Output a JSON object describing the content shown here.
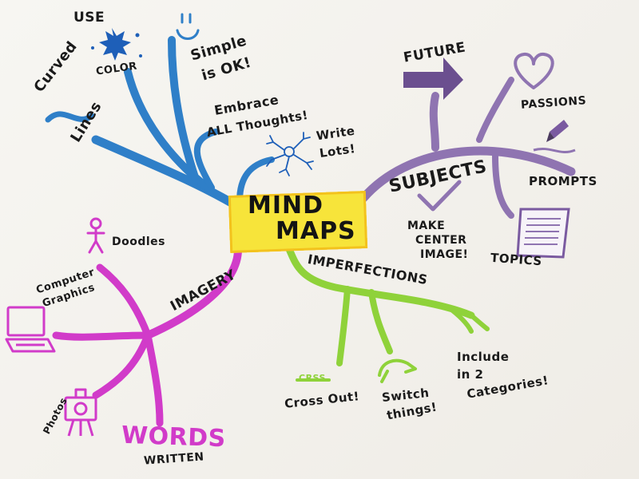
{
  "center": {
    "line1": "MIND",
    "line2": "MAPS"
  },
  "top_left": {
    "use": "USE",
    "color": "COLOR",
    "simple": "Simple",
    "is_ok": "is OK!",
    "embrace": "Embrace",
    "all_thoughts": "ALL Thoughts!",
    "write": "Write",
    "lots": "Lots!",
    "curved": "Curved",
    "lines": "Lines"
  },
  "top_right": {
    "future": "FUTURE",
    "passions": "PASSIONS",
    "subjects": "SUBJECTS",
    "prompts": "PROMPTS",
    "make": "MAKE",
    "center_word": "CENTER",
    "image": "IMAGE!",
    "topics": "TOPICS"
  },
  "bottom_left": {
    "doodles": "Doodles",
    "computer": "Computer",
    "graphics": "Graphics",
    "imagery": "IMAGERY",
    "photos": "Photos",
    "words": "WORDS",
    "written": "WRITTEN"
  },
  "bottom_right": {
    "imperfections": "IMPERFECTIONS",
    "crossed": "CRSS",
    "cross_out": "Cross Out!",
    "switch": "Switch",
    "things": "things!",
    "include": "Include",
    "in_2": "in 2",
    "categories": "Categories!"
  },
  "colors": {
    "blue": "#2f7fc8",
    "purple": "#8f74b1",
    "magenta": "#d13bc9",
    "green": "#8fd23a",
    "yellow": "#f7e43a",
    "ink": "#1a1a1a"
  }
}
